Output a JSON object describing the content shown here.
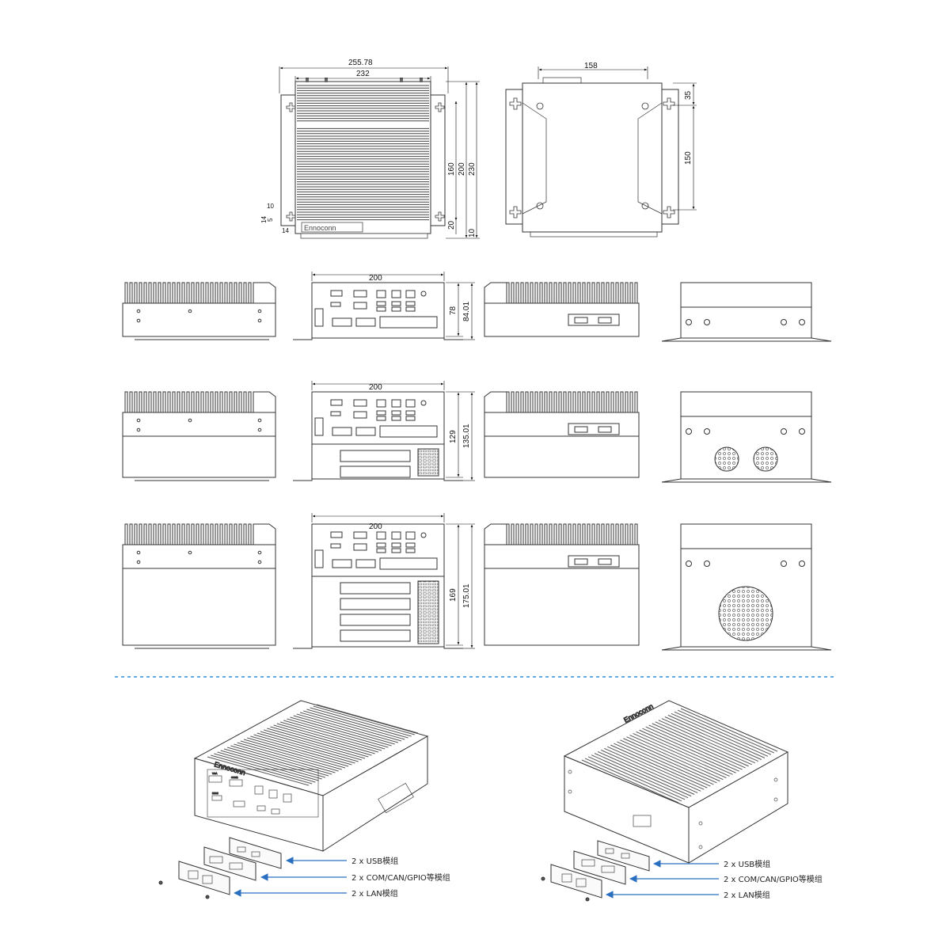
{
  "top_views": {
    "front_top": {
      "width_outer": "255.78",
      "width_inner": "232",
      "height_a": "160",
      "height_b": "200",
      "height_c": "230",
      "offset_20": "20",
      "offset_10": "10",
      "slot_10": "10",
      "slot_14a": "14",
      "slot_5": "5",
      "slot_14b": "14",
      "brand": "Ennoconn"
    },
    "bottom": {
      "width": "158",
      "height_35": "35",
      "height_150": "150"
    }
  },
  "rows": [
    {
      "width": "200",
      "height_inner": "78",
      "height_outer": "84.01"
    },
    {
      "width": "200",
      "height_inner": "129",
      "height_outer": "135.01"
    },
    {
      "width": "200",
      "height_inner": "169",
      "height_outer": "175.01"
    }
  ],
  "port_labels": {
    "vga": "VGA",
    "hdmi": "HDMI",
    "com1": "COM1",
    "com2": "COM2"
  },
  "callouts_left": [
    {
      "label": "2 x USB模组"
    },
    {
      "label": "2 x COM/CAN/GPIO等模组"
    },
    {
      "label": "2 x LAN模组"
    }
  ],
  "callouts_right": [
    {
      "label": "2 x USB模组"
    },
    {
      "label": "2 x COM/CAN/GPIO等模组"
    },
    {
      "label": "2 x LAN模组"
    }
  ],
  "colors": {
    "line": "#333333",
    "dim": "#111111",
    "separator": "#2f8fd8",
    "arrow": "#2a6fc0"
  }
}
